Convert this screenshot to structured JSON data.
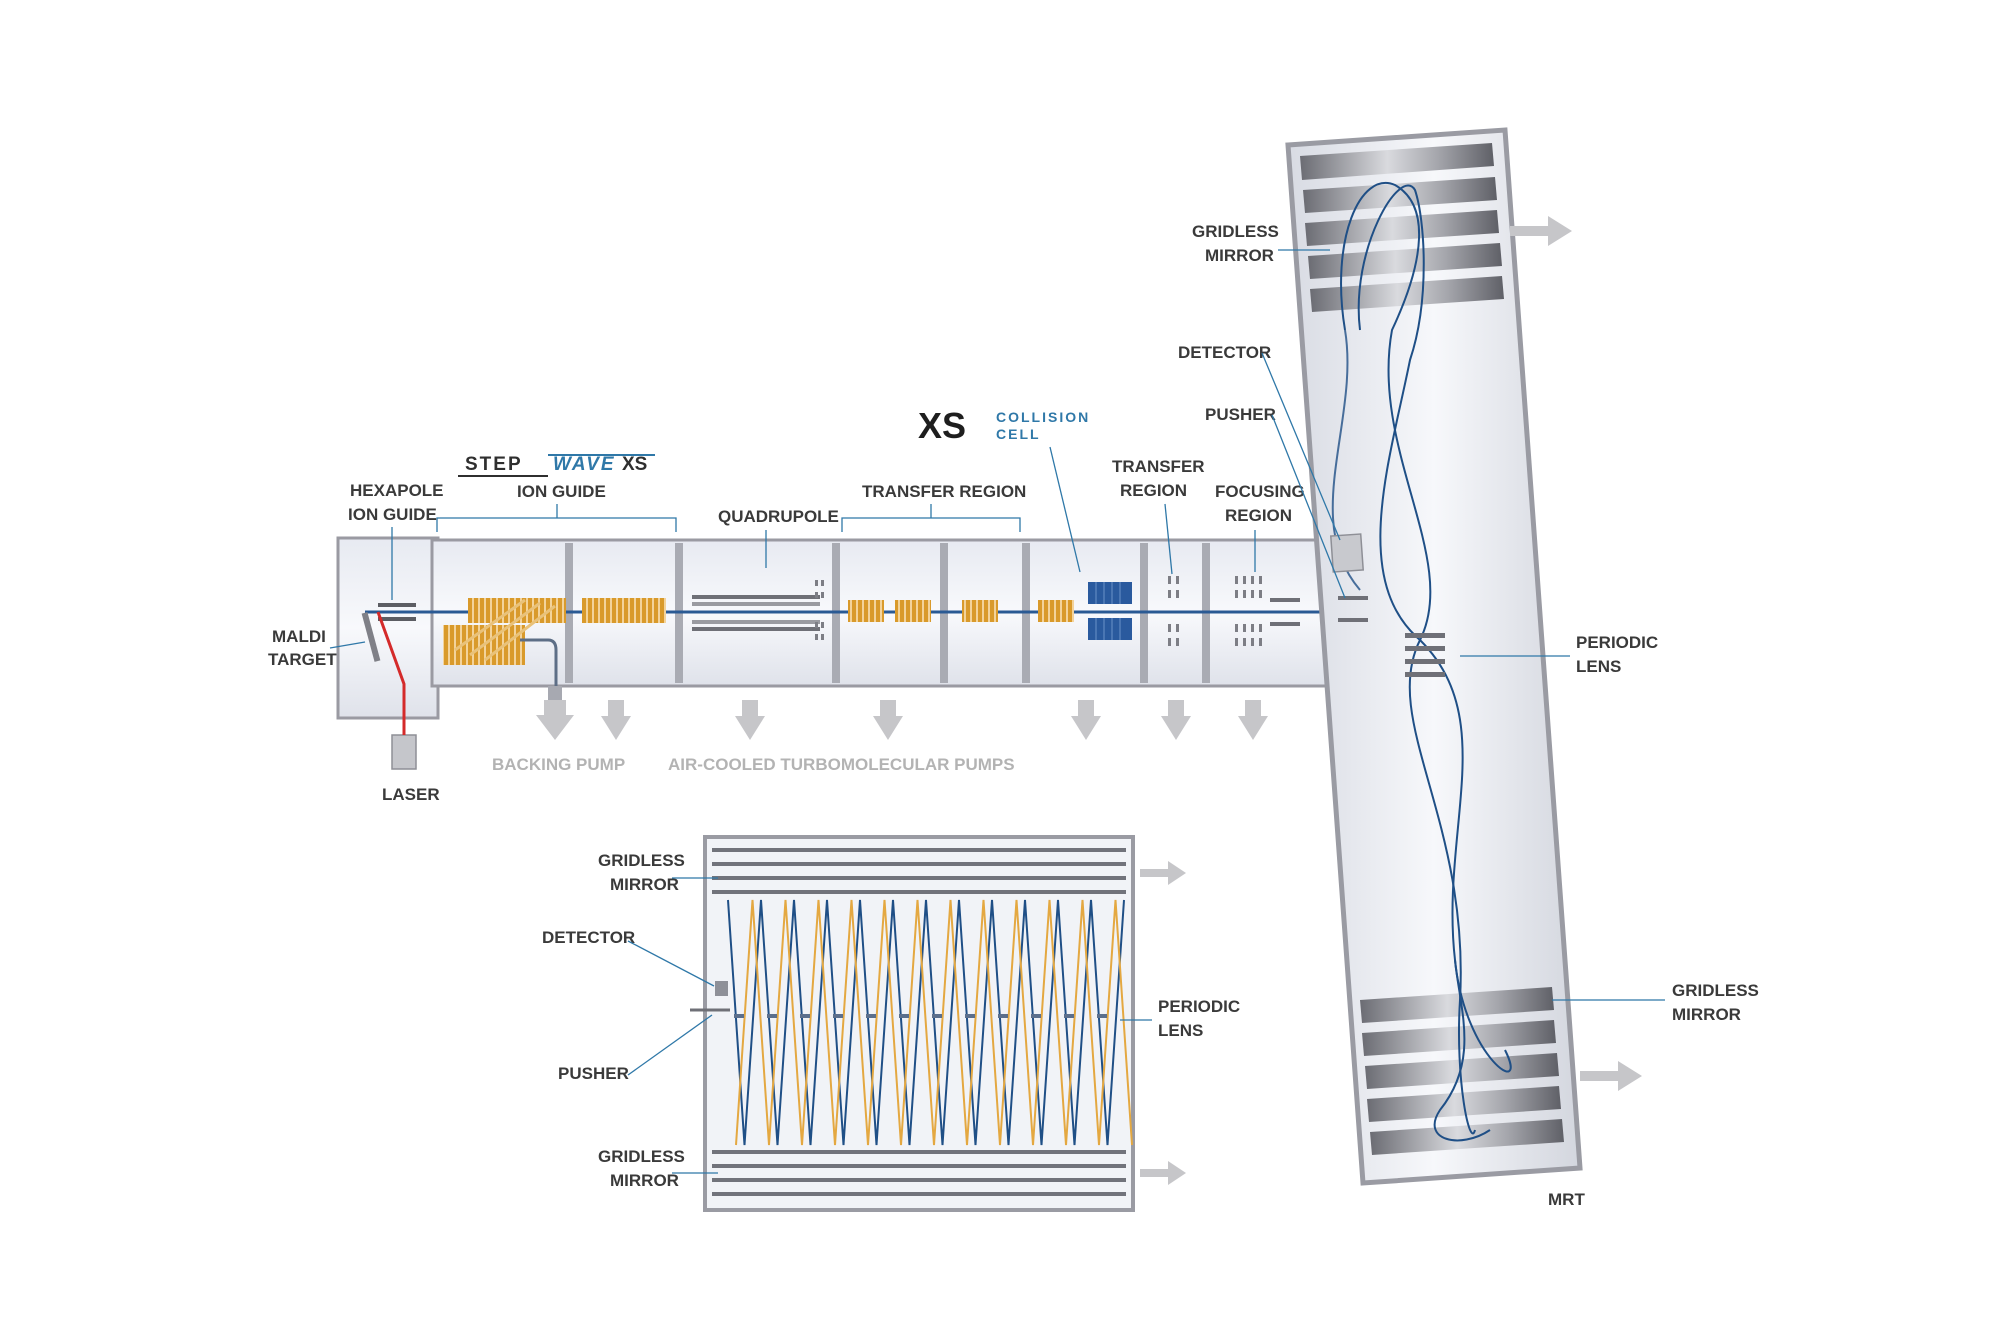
{
  "labels": {
    "stepwave_brand_left": "STEP",
    "stepwave_brand_mid": "WAVE",
    "stepwave_brand_right": "XS",
    "xs_brand": "XS",
    "collision_line1": "COLLISION",
    "collision_line2": "CELL",
    "hexapole_line1": "HEXAPOLE",
    "hexapole_line2": "ION GUIDE",
    "ion_guide": "ION GUIDE",
    "quadrupole": "QUADRUPOLE",
    "transfer_region": "TRANSFER REGION",
    "transfer_line1": "TRANSFER",
    "transfer_line2": "REGION",
    "focusing_line1": "FOCUSING",
    "focusing_line2": "REGION",
    "maldi_line1": "MALDI",
    "maldi_line2": "TARGET",
    "laser": "LASER",
    "backing_pump": "BACKING PUMP",
    "turbo_pumps": "AIR-COOLED TURBOMOLECULAR PUMPS",
    "gridless_line1": "GRIDLESS",
    "gridless_line2": "MIRROR",
    "detector": "DETECTOR",
    "pusher": "PUSHER",
    "periodic_line1": "PERIODIC",
    "periodic_line2": "LENS",
    "mrt": "MRT"
  },
  "colors": {
    "leader": "#2f78a8",
    "beam": "#1f4f86",
    "orange_ions": "#e4a841",
    "laser": "#d42a2a",
    "collision_cell": "#2a5a9e",
    "ion_guide_rings": "#d99a2b"
  }
}
